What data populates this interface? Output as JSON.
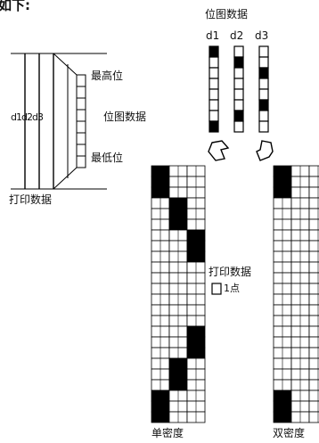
{
  "intro_text": "如下:",
  "left_figure": {
    "column_labels": "d1d2d3",
    "top_label": "最高位",
    "mid_label": "位图数据",
    "bottom_label": "最低位",
    "caption": "打印数据"
  },
  "bitmap_figure": {
    "title": "位图数据",
    "columns": [
      "d1",
      "d2",
      "d3"
    ],
    "cells_per_column": 8,
    "d1_bits": [
      1,
      0,
      0,
      0,
      0,
      0,
      0,
      1
    ],
    "d2_bits": [
      0,
      1,
      0,
      0,
      0,
      0,
      1,
      0
    ],
    "d3_bits": [
      0,
      0,
      1,
      0,
      0,
      1,
      0,
      0
    ]
  },
  "print_label": "打印数据",
  "dot_legend": "1点",
  "single_density": {
    "label": "单密度",
    "blocks": [
      {
        "col": 0,
        "from": 0,
        "to": 3
      },
      {
        "col": 1,
        "from": 3,
        "to": 6
      },
      {
        "col": 2,
        "from": 6,
        "to": 9
      },
      {
        "col": 2,
        "from": 15,
        "to": 18
      },
      {
        "col": 1,
        "from": 18,
        "to": 21
      },
      {
        "col": 0,
        "from": 21,
        "to": 24
      }
    ]
  },
  "double_density": {
    "label": "双密度",
    "blocks": [
      {
        "col": 0,
        "from": 0,
        "to": 3
      },
      {
        "col": 0,
        "from": 21,
        "to": 24
      }
    ]
  },
  "colors": {
    "ink": "#000000",
    "paper": "#ffffff"
  }
}
